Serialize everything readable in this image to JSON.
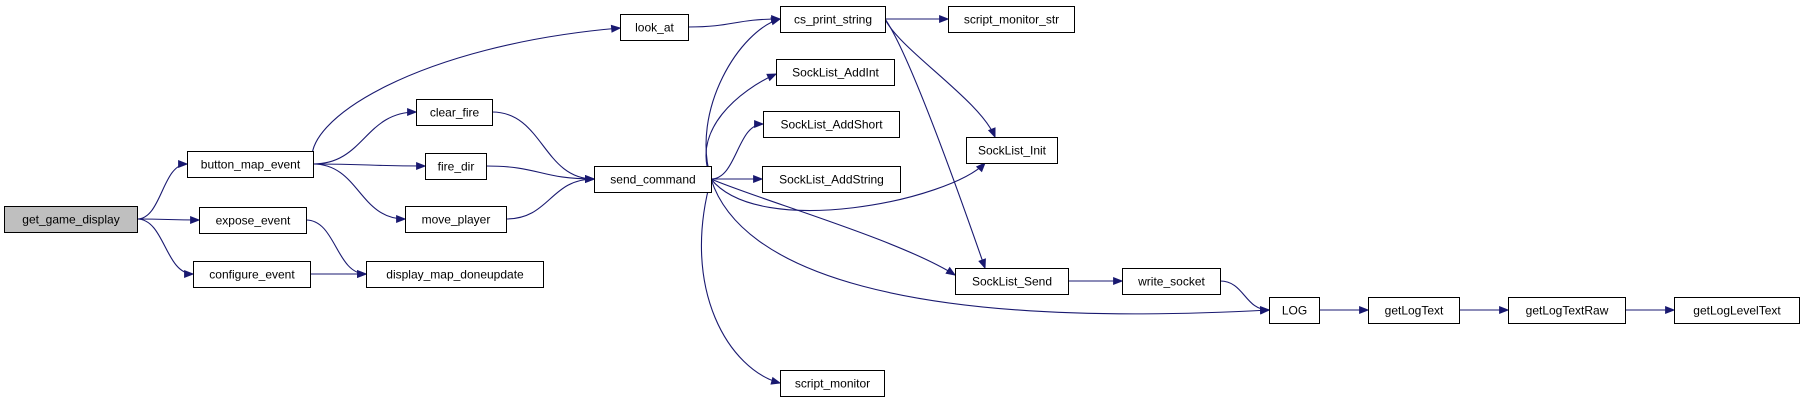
{
  "graph": {
    "colors": {
      "edge": "#191970",
      "node_fill": "#ffffff",
      "root_fill": "#bfbfbf",
      "border": "#000000"
    },
    "nodes": [
      {
        "id": "get_game_display",
        "label": "get_game_display",
        "root": true
      },
      {
        "id": "button_map_event",
        "label": "button_map_event"
      },
      {
        "id": "expose_event",
        "label": "expose_event"
      },
      {
        "id": "configure_event",
        "label": "configure_event"
      },
      {
        "id": "look_at",
        "label": "look_at"
      },
      {
        "id": "clear_fire",
        "label": "clear_fire"
      },
      {
        "id": "fire_dir",
        "label": "fire_dir"
      },
      {
        "id": "move_player",
        "label": "move_player"
      },
      {
        "id": "display_map_doneupdate",
        "label": "display_map_doneupdate"
      },
      {
        "id": "send_command",
        "label": "send_command"
      },
      {
        "id": "cs_print_string",
        "label": "cs_print_string"
      },
      {
        "id": "SockList_AddInt",
        "label": "SockList_AddInt"
      },
      {
        "id": "SockList_AddShort",
        "label": "SockList_AddShort"
      },
      {
        "id": "SockList_AddString",
        "label": "SockList_AddString"
      },
      {
        "id": "script_monitor",
        "label": "script_monitor"
      },
      {
        "id": "script_monitor_str",
        "label": "script_monitor_str"
      },
      {
        "id": "SockList_Init",
        "label": "SockList_Init"
      },
      {
        "id": "SockList_Send",
        "label": "SockList_Send"
      },
      {
        "id": "write_socket",
        "label": "write_socket"
      },
      {
        "id": "LOG",
        "label": "LOG"
      },
      {
        "id": "getLogText",
        "label": "getLogText"
      },
      {
        "id": "getLogTextRaw",
        "label": "getLogTextRaw"
      },
      {
        "id": "getLogLevelText",
        "label": "getLogLevelText"
      }
    ],
    "edges": [
      {
        "from": "get_game_display",
        "to": "button_map_event"
      },
      {
        "from": "get_game_display",
        "to": "expose_event"
      },
      {
        "from": "get_game_display",
        "to": "configure_event"
      },
      {
        "from": "button_map_event",
        "to": "look_at"
      },
      {
        "from": "button_map_event",
        "to": "clear_fire"
      },
      {
        "from": "button_map_event",
        "to": "fire_dir"
      },
      {
        "from": "button_map_event",
        "to": "move_player"
      },
      {
        "from": "expose_event",
        "to": "display_map_doneupdate"
      },
      {
        "from": "configure_event",
        "to": "display_map_doneupdate"
      },
      {
        "from": "look_at",
        "to": "cs_print_string"
      },
      {
        "from": "clear_fire",
        "to": "send_command"
      },
      {
        "from": "fire_dir",
        "to": "send_command"
      },
      {
        "from": "move_player",
        "to": "send_command"
      },
      {
        "from": "send_command",
        "to": "cs_print_string"
      },
      {
        "from": "send_command",
        "to": "SockList_AddInt"
      },
      {
        "from": "send_command",
        "to": "SockList_AddShort"
      },
      {
        "from": "send_command",
        "to": "SockList_AddString"
      },
      {
        "from": "send_command",
        "to": "SockList_Init"
      },
      {
        "from": "send_command",
        "to": "SockList_Send"
      },
      {
        "from": "send_command",
        "to": "LOG"
      },
      {
        "from": "send_command",
        "to": "script_monitor"
      },
      {
        "from": "cs_print_string",
        "to": "script_monitor_str"
      },
      {
        "from": "cs_print_string",
        "to": "SockList_Init"
      },
      {
        "from": "cs_print_string",
        "to": "SockList_Send"
      },
      {
        "from": "SockList_Send",
        "to": "write_socket"
      },
      {
        "from": "write_socket",
        "to": "LOG"
      },
      {
        "from": "LOG",
        "to": "getLogText"
      },
      {
        "from": "getLogText",
        "to": "getLogTextRaw"
      },
      {
        "from": "getLogTextRaw",
        "to": "getLogLevelText"
      }
    ]
  }
}
